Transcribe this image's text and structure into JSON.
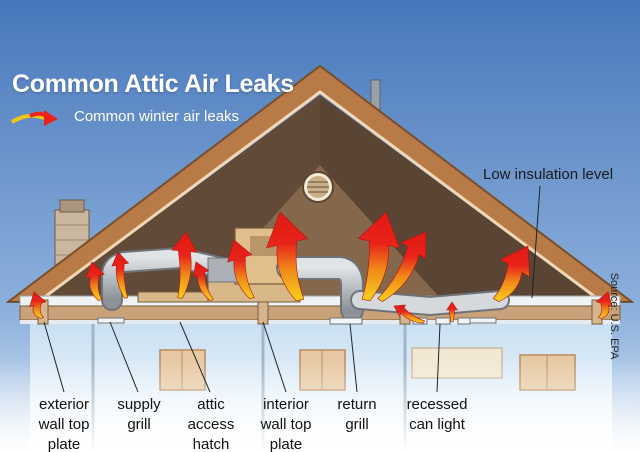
{
  "title": "Common Attic Air Leaks",
  "legend": {
    "label": "Common winter air leaks",
    "arrow_color": "#e8231a",
    "arrow_tip_color": "#f2c418"
  },
  "insulation_label": "Low insulation level",
  "source": "Source: U.S. EPA",
  "labels": {
    "exterior_wall_top_plate": "exterior\nwall top\nplate",
    "supply_grill": "supply\ngrill",
    "attic_access_hatch": "attic\naccess\nhatch",
    "interior_wall_top_plate": "interior\nwall top\nplate",
    "return_grill": "return\ngrill",
    "recessed_can_light": "recessed\ncan light"
  },
  "colors": {
    "sky_top": "#4a7bbe",
    "sky_bottom": "#b9d2ec",
    "roof": "#b87b47",
    "roof_edge": "#f0d8b6",
    "attic_interior": "#5a4534",
    "gable_wall": "#8a6a4f",
    "insulation": "#eef2f2",
    "duct": "#b8bcc0",
    "room": "#d7e9f6",
    "arrow_red": "#e8231a",
    "arrow_yellow": "#f2c418"
  }
}
